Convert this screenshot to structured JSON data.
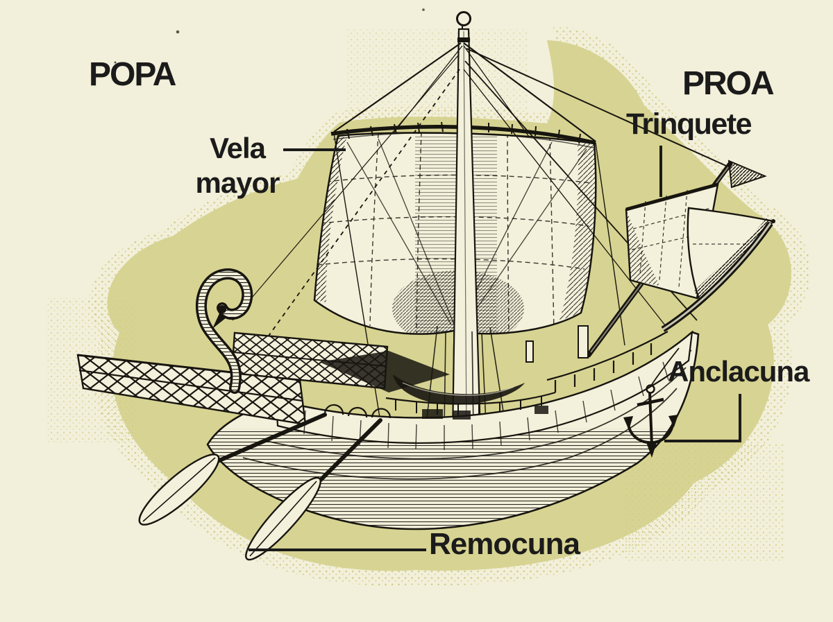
{
  "diagram": {
    "orientation_labels": {
      "popa": "POPA",
      "proa": "PROA"
    },
    "part_labels": {
      "vela_mayor": "Vela mayor",
      "trinquete": "Trinquete",
      "anclacuna": "Anclacuna",
      "remocuna": "Remocuna"
    },
    "colors": {
      "background": "#f2efda",
      "ink": "#17150f",
      "label_text": "#1b1b1b",
      "halo_olive": "#d7d392",
      "speckle": "#cfca82",
      "paper_fill": "#f3f0db"
    }
  }
}
